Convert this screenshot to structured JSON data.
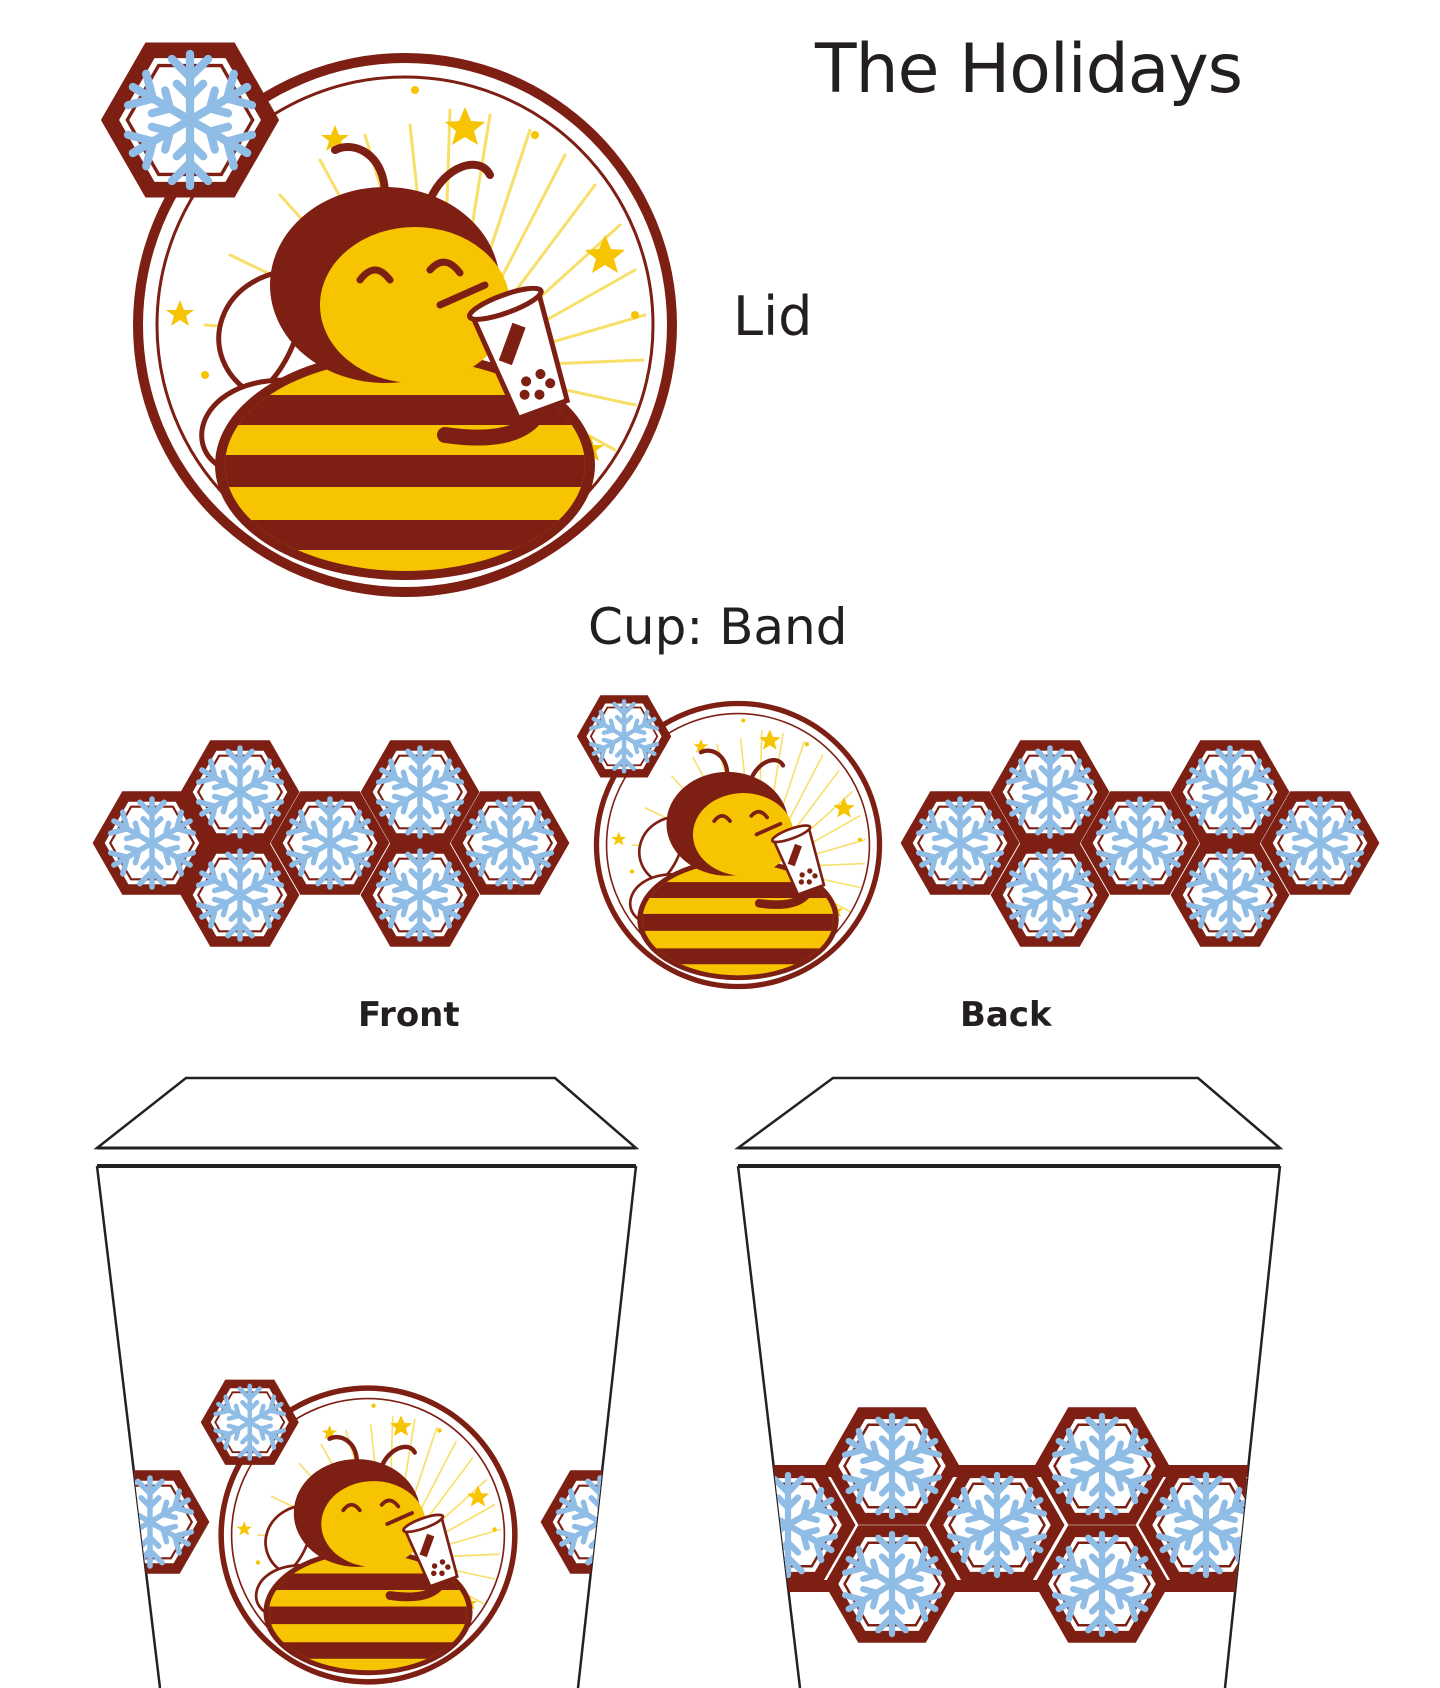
{
  "title": "The Holidays",
  "labels": {
    "lid": "Lid",
    "band": "Cup: Band",
    "front": "Front",
    "back": "Back"
  },
  "colors": {
    "brown": "#7d1f12",
    "yellow": "#f6c400",
    "light_yellow": "#f8df6a",
    "snowflake_blue": "#8fbde6",
    "text": "#231f20",
    "outline": "#222222"
  },
  "icons": {
    "badge": "bee-drinking-boba-badge",
    "tile": "snowflake-hexagon-icon"
  }
}
